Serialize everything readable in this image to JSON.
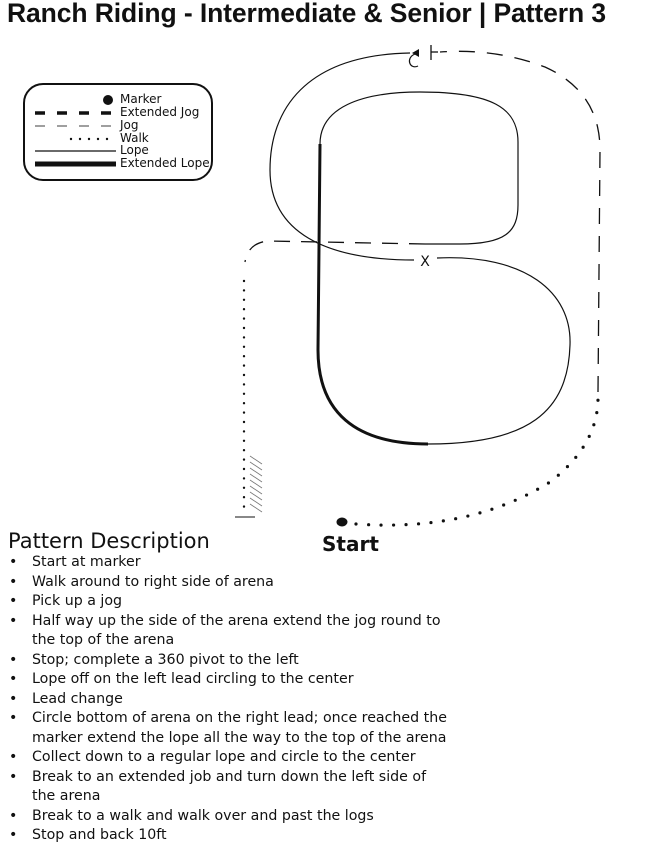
{
  "title": "Ranch Riding - Intermediate & Senior | Pattern 3",
  "legend": {
    "items": [
      {
        "label": "Marker",
        "icon": "marker-dot"
      },
      {
        "label": "Extended Jog",
        "icon": "thick-dash-line"
      },
      {
        "label": "Jog",
        "icon": "thin-dash-line"
      },
      {
        "label": "Walk",
        "icon": "dotted-line"
      },
      {
        "label": "Lope",
        "icon": "thin-solid-line"
      },
      {
        "label": "Extended Lope",
        "icon": "thick-solid-line"
      }
    ]
  },
  "diagram": {
    "center_label": "X",
    "start_label": "Start"
  },
  "description": {
    "heading": "Pattern Description",
    "steps": [
      "Start at marker",
      "Walk around to right side of arena",
      "Pick up a jog",
      "Half way up the side of the arena extend the jog round to the top of the arena",
      "Stop; complete a 360 pivot to the left",
      "Lope off on the left lead circling to the center",
      "Lead change",
      "Circle bottom of arena on the right lead; once reached the marker extend the lope all the way to the top of the arena",
      "Collect down to a regular lope and circle to the center",
      "Break to an extended job and turn down the left side of the arena",
      "Break to a  walk and walk over and past the logs",
      "Stop and back 10ft"
    ]
  }
}
